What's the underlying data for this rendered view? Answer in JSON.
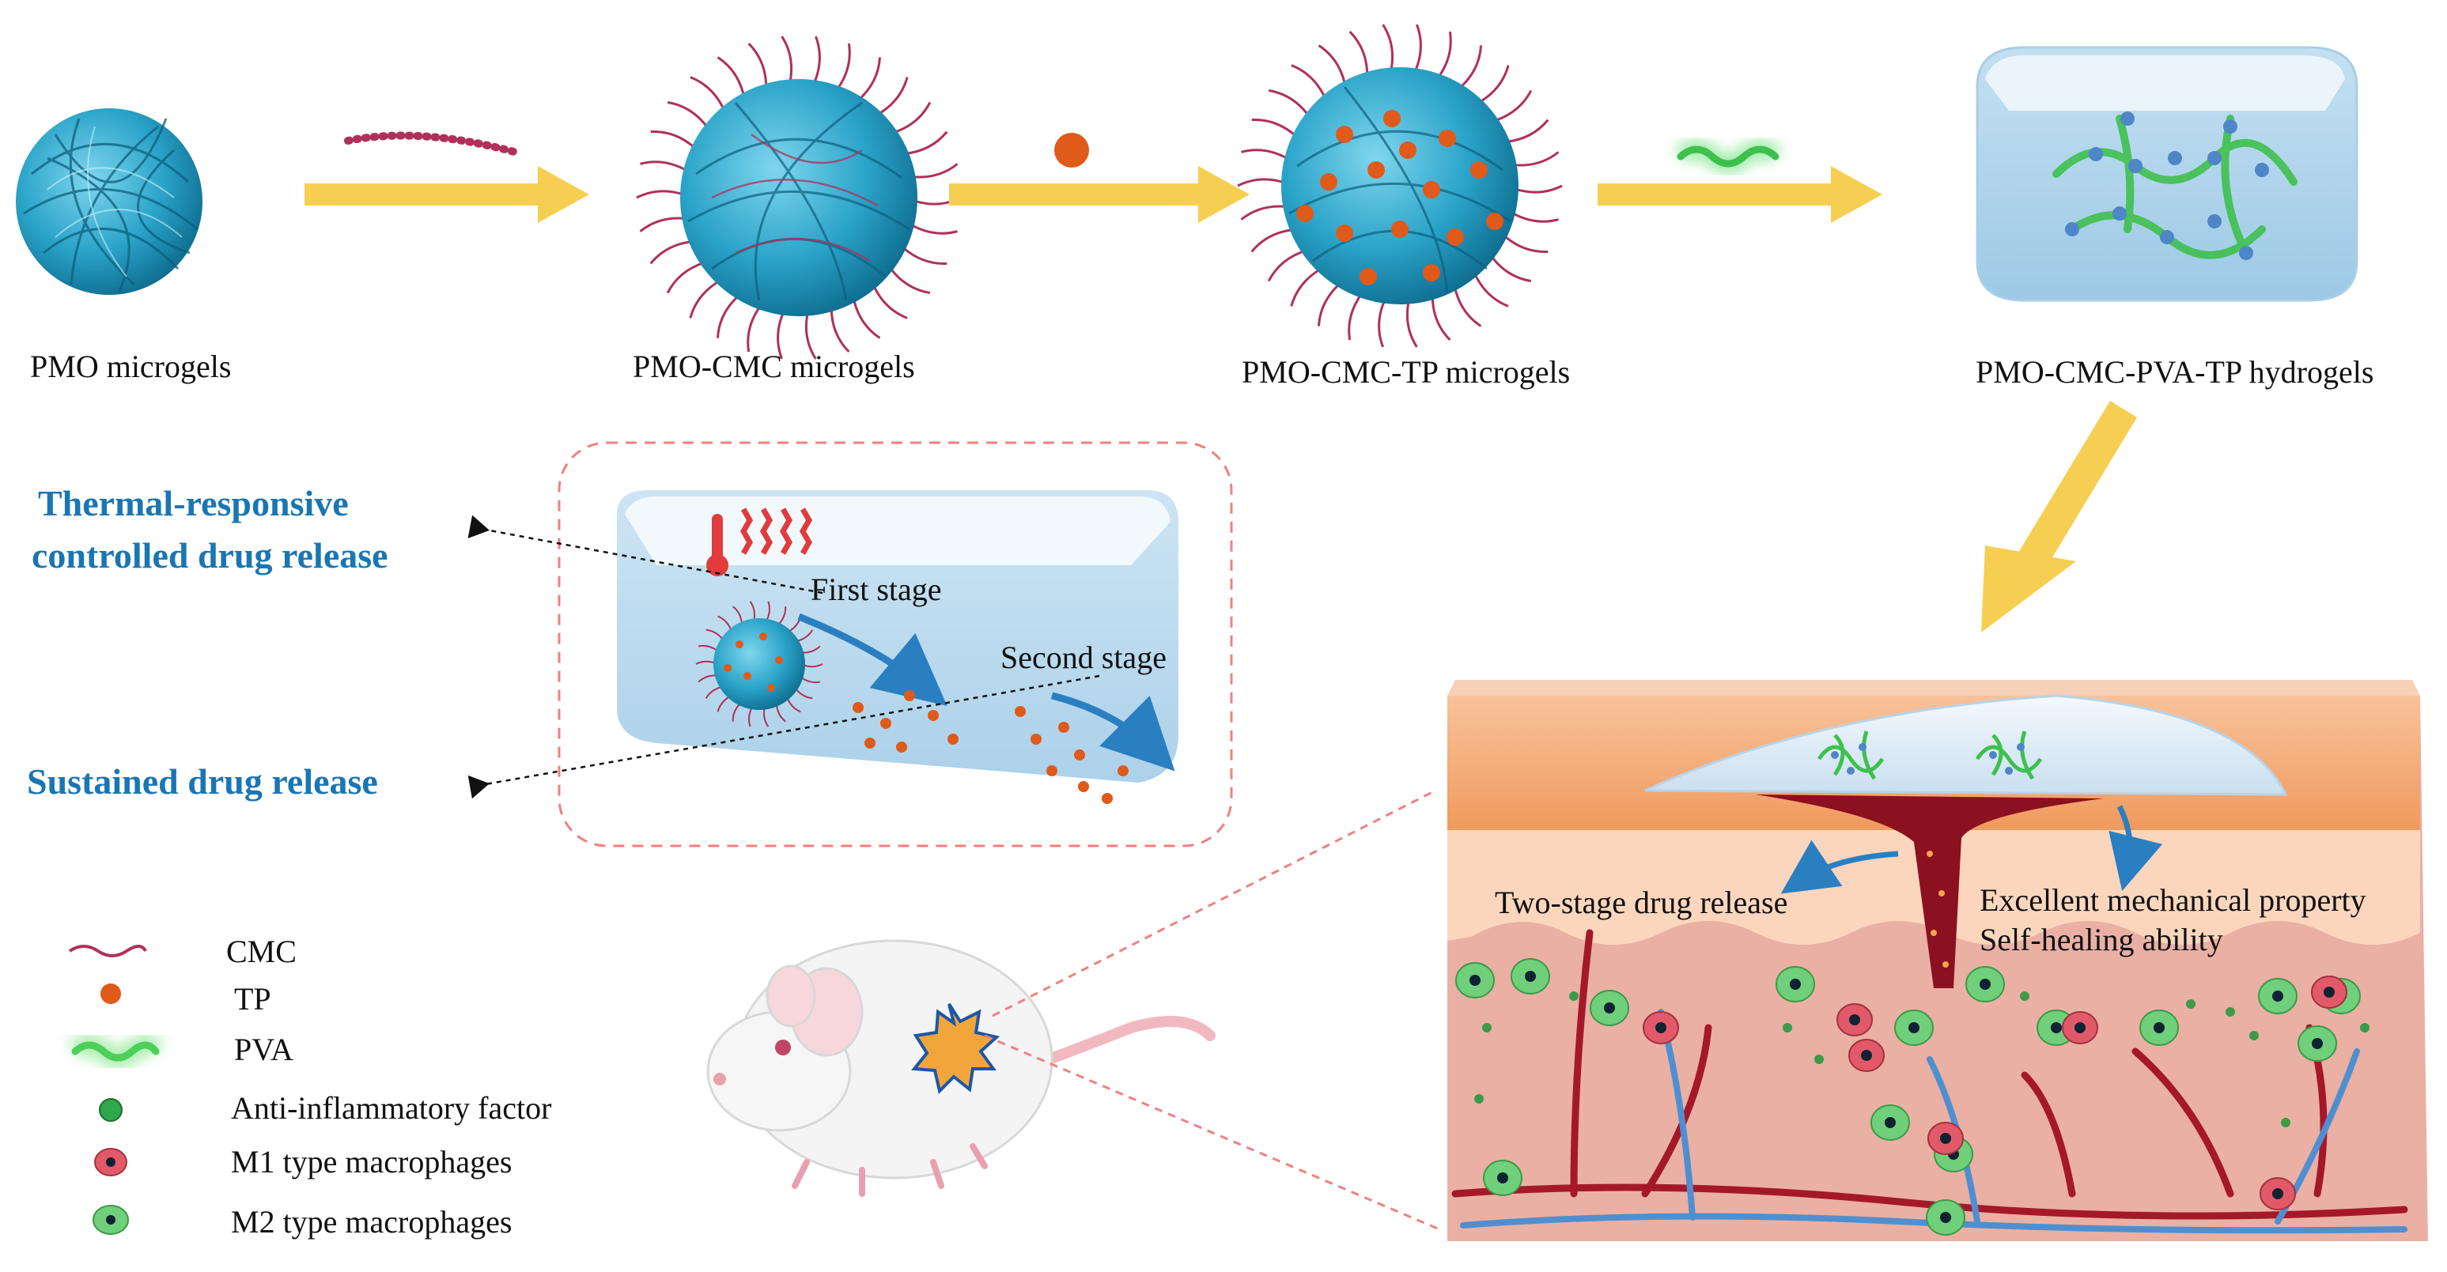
{
  "steps": [
    {
      "label": "PMO microgels"
    },
    {
      "label": "PMO-CMC microgels"
    },
    {
      "label": "PMO-CMC-TP microgels"
    },
    {
      "label": "PMO-CMC-PVA-TP hydrogels"
    }
  ],
  "release_box": {
    "first_stage": "First stage",
    "second_stage": "Second stage",
    "thermal_line1": "Thermal-responsive",
    "thermal_line2": "controlled drug release",
    "sustained": "Sustained drug release"
  },
  "skin": {
    "two_stage": "Two-stage drug release",
    "mechanical": "Excellent mechanical property",
    "self_healing": "Self-healing ability"
  },
  "legend": [
    {
      "label": "CMC",
      "icon": "cmc-chain-icon"
    },
    {
      "label": "TP",
      "icon": "tp-dot-icon"
    },
    {
      "label": "PVA",
      "icon": "pva-chain-icon"
    },
    {
      "label": "Anti-inflammatory factor",
      "icon": "green-dot-icon"
    },
    {
      "label": "M1 type macrophages",
      "icon": "m1-cell-icon"
    },
    {
      "label": "M2 type macrophages",
      "icon": "m2-cell-icon"
    }
  ],
  "colors": {
    "microgel": "#2aa3c8",
    "cmc": "#b0305a",
    "tp": "#e05a1a",
    "pva": "#4dcf5a",
    "arrow": "#f6cf52",
    "skin_top": "#f4a46a",
    "dermis": "#e9a39a",
    "vessel_red": "#a4182a",
    "vessel_blue": "#4f8fd0",
    "text_blue": "#1976b3"
  }
}
